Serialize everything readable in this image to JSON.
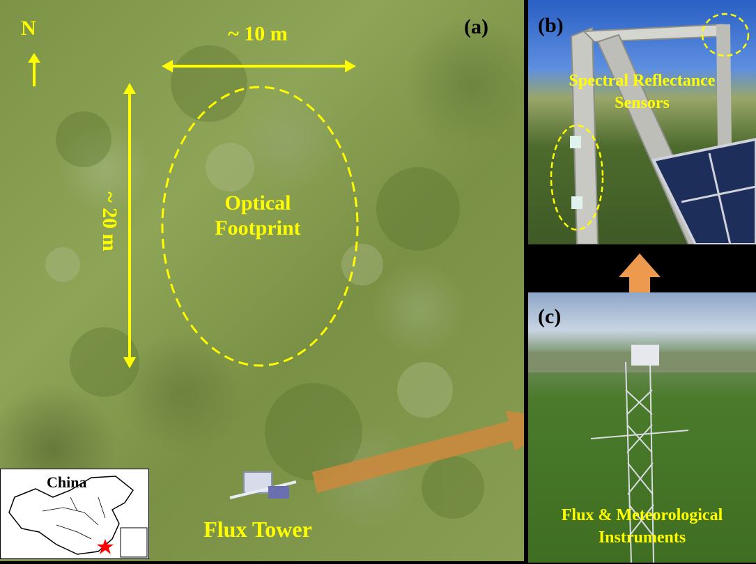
{
  "panels": {
    "a": {
      "tag": "(a)",
      "north_label": "N",
      "width_label": "~ 10 m",
      "height_label": "~ 20 m",
      "footprint_label_line1": "Optical",
      "footprint_label_line2": "Footprint",
      "tower_label": "Flux Tower",
      "inset_label": "China"
    },
    "b": {
      "tag": "(b)",
      "sensor_label_line1": "Spectral Reflectance",
      "sensor_label_line2": "Sensors"
    },
    "c": {
      "tag": "(c)",
      "instrument_label_line1": "Flux & Meteorological",
      "instrument_label_line2": "Instruments"
    }
  },
  "colors": {
    "annotation": "#ffff00",
    "arrow": "#e8944a",
    "marker": "#ff0000"
  }
}
